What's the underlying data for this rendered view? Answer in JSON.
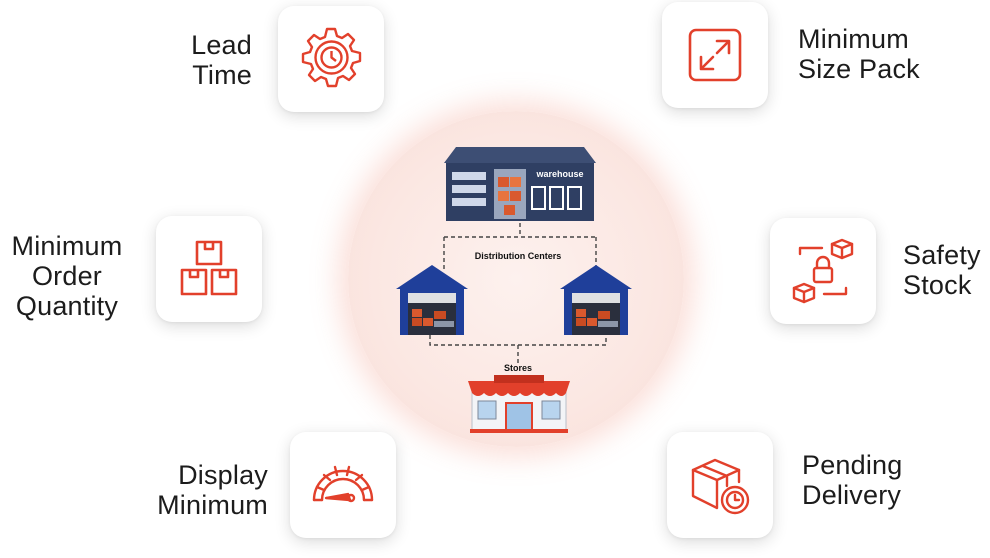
{
  "colors": {
    "accent": "#e2402b",
    "steel": "#2f3f63",
    "warehouse_blue": "#1f3f9a"
  },
  "factors": [
    {
      "id": "lead-time",
      "lines": [
        "Lead",
        "Time"
      ],
      "icon": "gear-clock-icon"
    },
    {
      "id": "minimum-size-pack",
      "lines": [
        "Minimum",
        "Size Pack"
      ],
      "icon": "resize-arrows-icon"
    },
    {
      "id": "minimum-order-quantity",
      "lines": [
        "Minimum",
        "Order",
        "Quantity"
      ],
      "icon": "stacked-boxes-icon"
    },
    {
      "id": "safety-stock",
      "lines": [
        "Safety",
        "Stock"
      ],
      "icon": "lock-boxes-icon"
    },
    {
      "id": "display-minimum",
      "lines": [
        "Display",
        "Minimum"
      ],
      "icon": "gauge-icon"
    },
    {
      "id": "pending-delivery",
      "lines": [
        "Pending",
        "Delivery"
      ],
      "icon": "box-clock-icon"
    }
  ],
  "hub": {
    "warehouse_sign": "warehouse",
    "distribution_label": "Distribution Centers",
    "stores_label": "Stores"
  }
}
